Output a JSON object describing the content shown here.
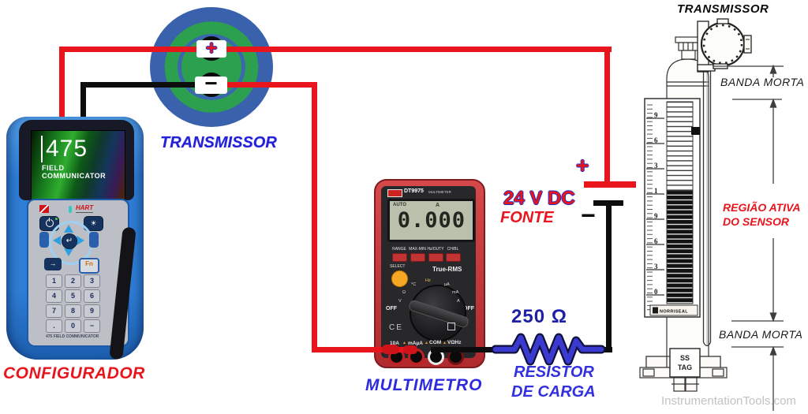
{
  "configurator": {
    "label": "CONFIGURADOR",
    "screen": {
      "model": "475",
      "line1": "FIELD",
      "line2": "COMMUNICATOR"
    },
    "hart_label": "HART",
    "enter_icon": "↵",
    "tab_icon": "→",
    "light_icon": "☀",
    "fn_label": "Fn",
    "footer_label": "475 FIELD COMMUNICATOR",
    "keys": [
      "1",
      "2",
      "3",
      "4",
      "5",
      "6",
      "7",
      "8",
      "9",
      ".",
      "0",
      "−"
    ]
  },
  "hart_transmitter": {
    "label": "TRANSMISSOR",
    "plus": "+",
    "minus": "−"
  },
  "multimeter": {
    "label": "MULTIMETRO",
    "model": "DT9975",
    "model_suffix": "MULTIMETER",
    "lcd_mode": "AUTO",
    "lcd_unit": "A",
    "lcd_reading": "0.000",
    "buttons": [
      "RANGE",
      "MAX-MIN",
      "Hz/DUTY",
      "CH/BL"
    ],
    "select_label": "SELECT",
    "trms_label": "True-RMS",
    "off_left": "OFF",
    "off_right": "OFF",
    "ce_label": "CE",
    "warning_icon": "▲",
    "jack_labels": [
      "10A",
      "mAµA",
      "COM",
      "VΩHz"
    ],
    "dial_markings": [
      "V",
      "Ω",
      "°C",
      "Hz",
      "µA",
      "mA",
      "A"
    ]
  },
  "power_supply": {
    "voltage": "24 V DC",
    "label": "FONTE",
    "plus": "+",
    "minus": "−"
  },
  "load_resistor": {
    "value": "250 Ω",
    "label_line1": "RESISTOR",
    "label_line2": "DE CARGA"
  },
  "level_gauge": {
    "title": "TRANSMISSOR",
    "dead_band_top": "BANDA MORTA",
    "active_line1": "REGIÃO ATIVA",
    "active_line2": "DO SENSOR",
    "dead_band_bottom": "BANDA MORTA",
    "brand": "NORRISEAL",
    "tag_line1": "SS",
    "tag_line2": "TAG",
    "scale_numbers": [
      "9",
      "6",
      "3",
      "1",
      "9",
      "6",
      "3",
      "0"
    ]
  },
  "watermark": "InstrumentationTools.com",
  "colors": {
    "wire_red": "#e8151d",
    "wire_black": "#0d0d0d",
    "label_blue": "#2a22cc",
    "label_red": "#e8151d",
    "circle_blue": "#3961ac",
    "circle_green": "#2ca04e",
    "meter_red": "#ce3b3d"
  }
}
